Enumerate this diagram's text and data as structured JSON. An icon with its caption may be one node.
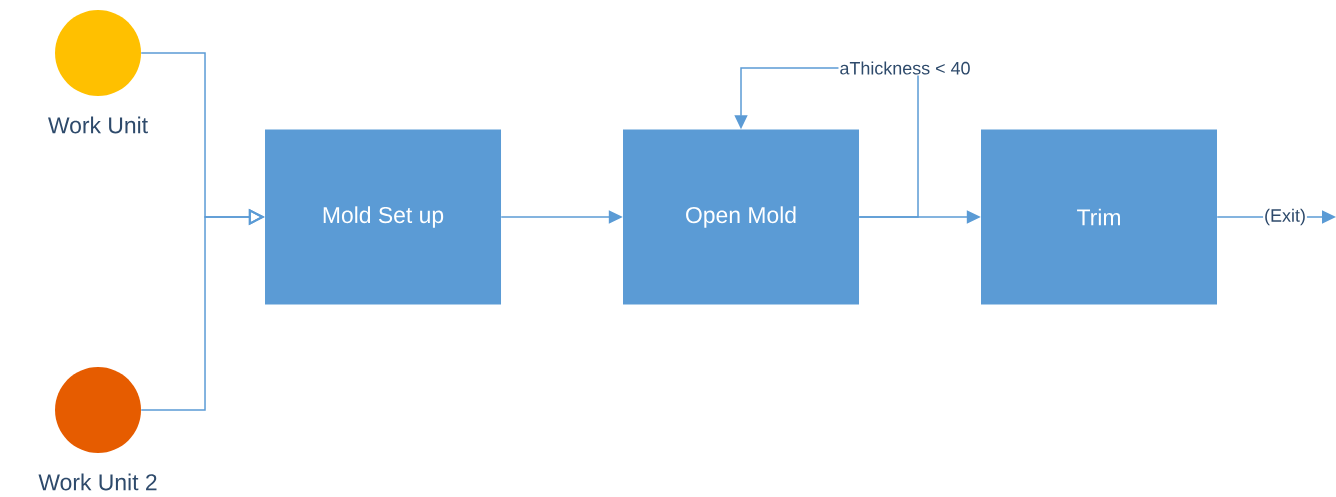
{
  "diagram": {
    "nodes": [
      {
        "text": [
          "Work Unit"
        ]
      },
      {
        "text": [
          "Work Unit 2"
        ]
      },
      {
        "text": [
          "Mold Set up"
        ]
      },
      {
        "text": [
          "Open Mold"
        ]
      },
      {
        "text": [
          "Trim"
        ]
      }
    ],
    "edges": [
      {
        "from": 0,
        "to": 2,
        "arrow": "to"
      },
      {
        "from": 1,
        "to": 2,
        "arrow": "to"
      },
      {
        "from": 2,
        "to": 3,
        "arrow": "to"
      },
      {
        "from": 3,
        "to": 4,
        "arrow": "to"
      },
      {
        "from": 3,
        "to": 3,
        "arrow": "to",
        "label": "aThickness < 40"
      },
      {
        "from": 4,
        "to": null,
        "arrow": "to",
        "label": "(Exit)"
      }
    ]
  }
}
